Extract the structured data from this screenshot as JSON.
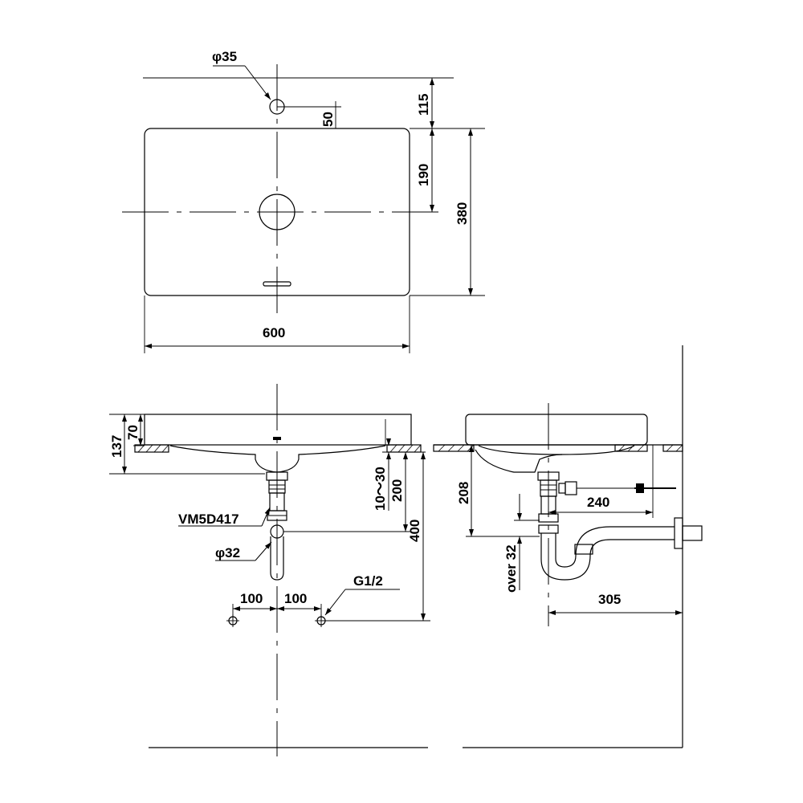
{
  "top_view": {
    "hole_diameter": "φ35",
    "offset_overflow": "50",
    "dim_top": "115",
    "dim_half": "190",
    "dim_depth": "380",
    "dim_width": "600"
  },
  "front_view": {
    "dim_total_height": "137",
    "dim_bowl": "70",
    "dim_adjust": "10～30",
    "dim_trap": "200",
    "dim_supply_height": "400",
    "trap_model": "VM5D417",
    "pipe_diameter": "φ32",
    "spacing_left": "100",
    "spacing_right": "100",
    "thread_size": "G1/2"
  },
  "side_view": {
    "dim_drain_height": "208",
    "dim_over": "over 32",
    "dim_supply_depth": "240",
    "dim_wall": "305"
  }
}
